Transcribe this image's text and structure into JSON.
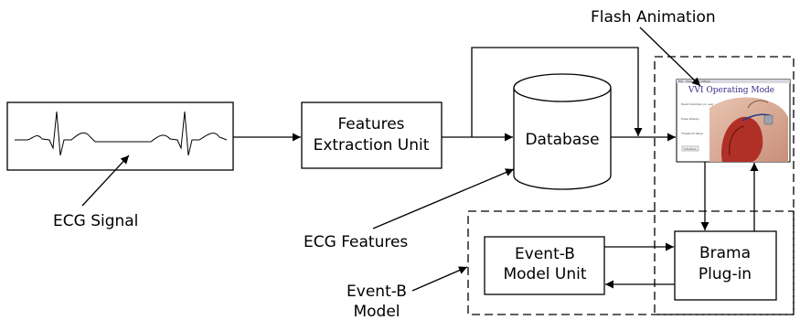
{
  "labels": {
    "flash_animation": "Flash Animation",
    "ecg_signal": "ECG Signal",
    "features_line1": "Features",
    "features_line2": "Extraction Unit",
    "database": "Database",
    "ecg_features": "ECG Features",
    "eventb_unit_line1": "Event-B",
    "eventb_unit_line2": "Model Unit",
    "brama_line1": "Brama",
    "brama_line2": "Plug-in",
    "eventb_model_line1": "Event-B",
    "eventb_model_line2": "Model"
  },
  "screenshot": {
    "title": "VVI Operating Mode",
    "menu": [
      "File",
      "View",
      "Controls",
      "Help"
    ],
    "field_labels": [
      "Heart Chamber (in use)",
      "Pulse Rate(s)",
      "Threshold Value"
    ],
    "button": "Interface"
  }
}
